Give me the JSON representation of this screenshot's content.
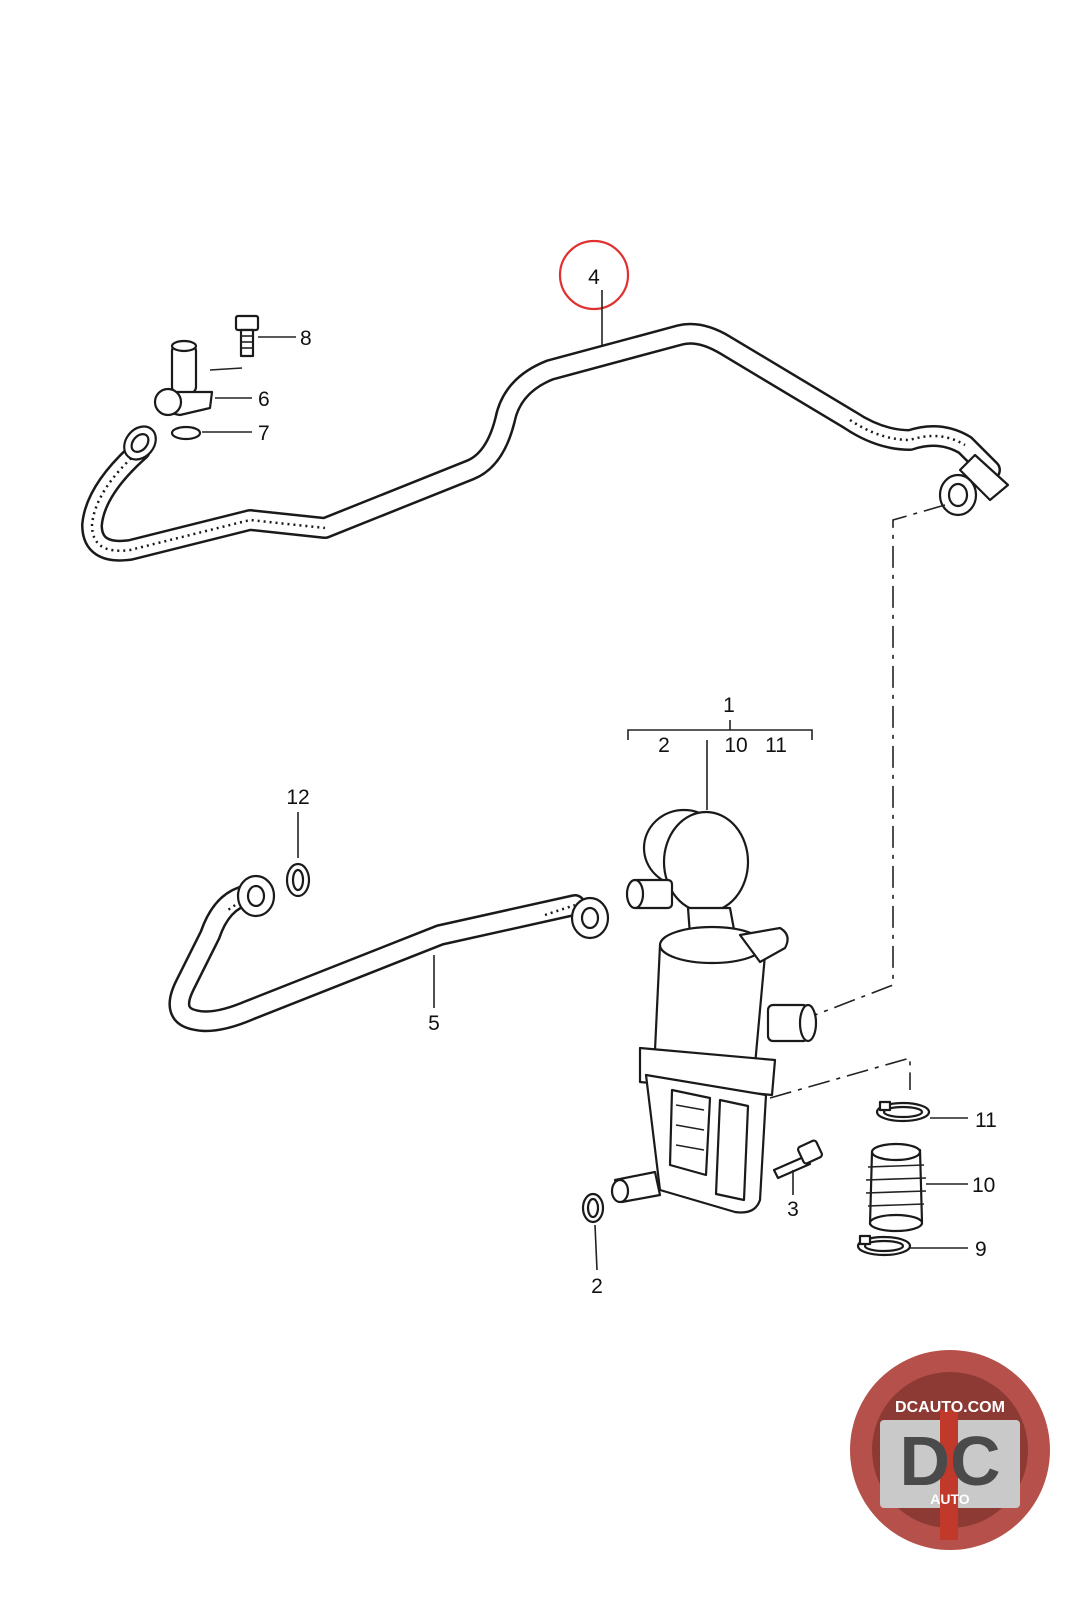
{
  "callouts": {
    "c1": "1",
    "c2_group": "2",
    "c10_group": "10",
    "c11_group": "11",
    "c2": "2",
    "c3": "3",
    "c4": "4",
    "c5": "5",
    "c6": "6",
    "c7": "7",
    "c8": "8",
    "c9": "9",
    "c10": "10",
    "c11": "11",
    "c12": "12"
  },
  "logo": {
    "site": "DCAUTO.COM",
    "mark": "DC",
    "sub": "AUTO",
    "colors": {
      "ring": "#b5514a",
      "inner": "#c9c9c9",
      "letters": "#4a4a4a",
      "stripe": "#c0392b"
    }
  },
  "highlight": {
    "color": "#e03030",
    "target": "4"
  }
}
